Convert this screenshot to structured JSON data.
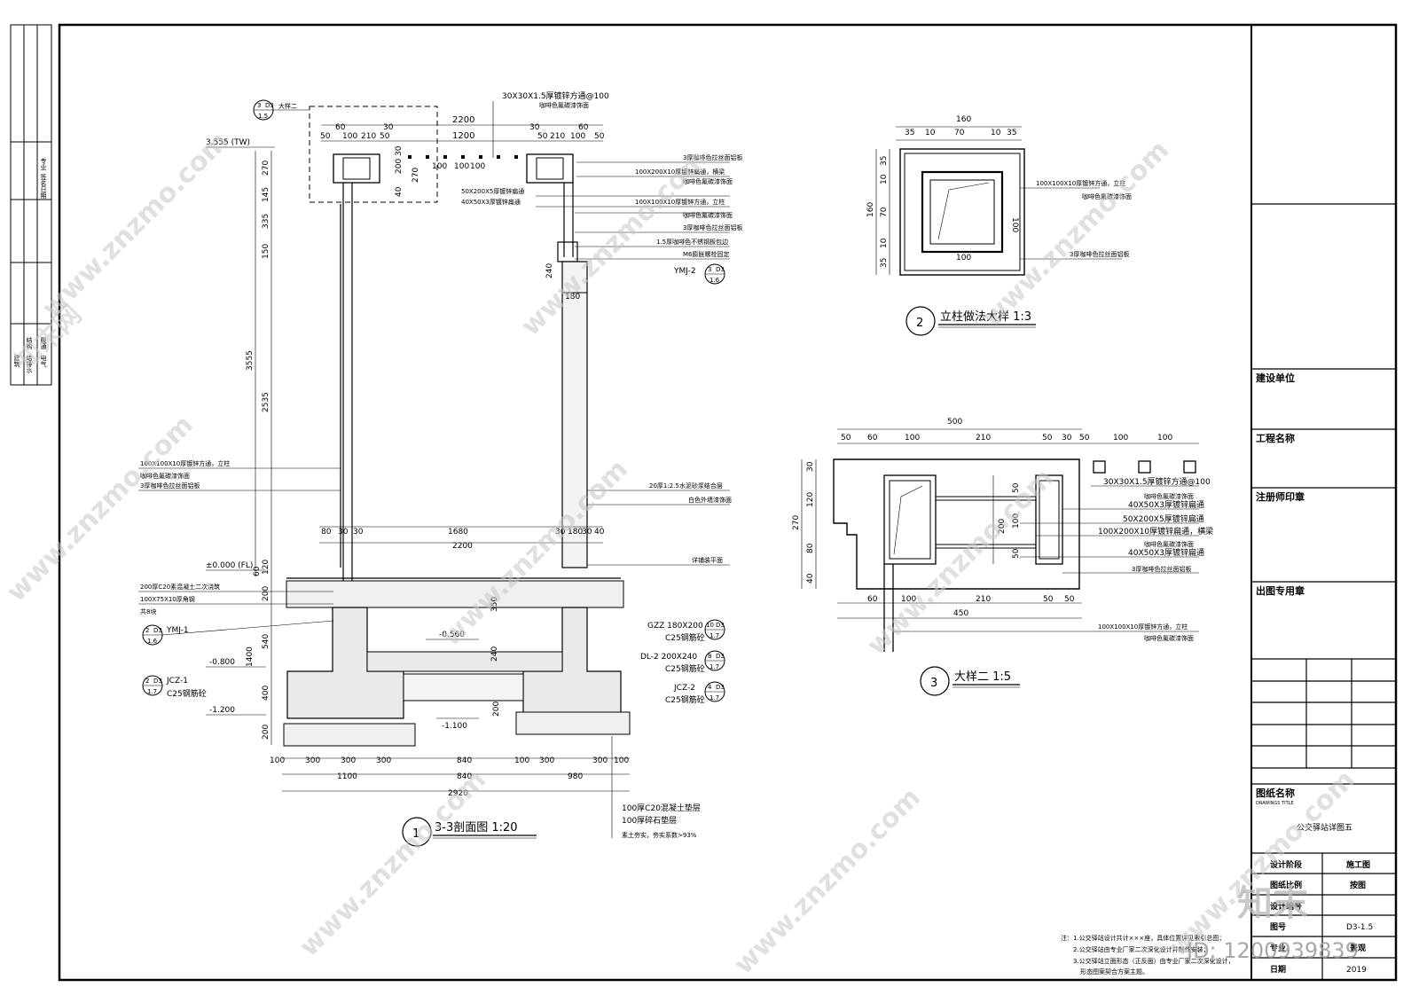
{
  "left_strip": {
    "top_cells": [
      "专业",
      "签名",
      "日期"
    ],
    "bottom_cells": [
      "建筑",
      "结构",
      "给排水",
      "暖通",
      "电气"
    ]
  },
  "detail1": {
    "number": "1",
    "title": "3-3剖面图 1:20",
    "callout_label": "大样二",
    "callout_num": "3",
    "callout_sheet": "D3",
    "callout_scale": "1.5",
    "top_elev": "3.555 (TW)",
    "fl_elev": "±0.000 (FL)",
    "elev_0560": "-0.560",
    "elev_0800": "-0.800",
    "elev_1100": "-1.100",
    "elev_1200": "-1.200",
    "top_dims": [
      "30X30X1.5厚镀锌方通@100",
      "咖啡色氟碳漆饰面",
      "2200",
      "1200"
    ],
    "top_sub_dims": [
      "60",
      "30",
      "30",
      "60",
      "50",
      "100",
      "210",
      "50",
      "50",
      "210",
      "100",
      "50",
      "200",
      "270",
      "40",
      "30",
      "100",
      "100",
      "100"
    ],
    "vert_dims": [
      "270",
      "145",
      "335",
      "150",
      "2535",
      "3555",
      "120",
      "60",
      "200",
      "540",
      "1400",
      "400",
      "200",
      "240",
      "180",
      "350",
      "240",
      "200"
    ],
    "mid_dims": [
      "80",
      "30",
      "30",
      "1680",
      "30",
      "180",
      "30",
      "40",
      "2200"
    ],
    "bottom_dims": [
      "100",
      "300",
      "300",
      "300",
      "840",
      "100",
      "300",
      "300",
      "100",
      "1100",
      "840",
      "980",
      "2920"
    ],
    "right_notes": [
      "3厚咖啡色拉丝面铝板",
      "100X200X10厚镀锌扁通，横梁",
      "咖啡色氟碳漆饰面",
      "50X200X5厚镀锌扁通",
      "40X50X3厚镀锌扁通",
      "100X100X10厚镀锌方通，立柱",
      "咖啡色氟碳漆饰面",
      "3厚咖啡色拉丝面铝板",
      "1.5厚咖啡色不锈钢板包边",
      "M6膨胀螺栓固定"
    ],
    "ymj2": "YMJ-2",
    "ymj2_num": "3",
    "ymj2_sheet": "D3",
    "ymj2_scale": "1.6",
    "left_notes": [
      "100X100X10厚镀锌方通，立柱",
      "咖啡色氟碳漆饰面",
      "3厚咖啡色拉丝面铝板"
    ],
    "plaster": "20厚1:2.5水泥砂浆结合层",
    "plaster2": "白色外墙漆饰面",
    "paving": "详铺装平面",
    "slab_notes": [
      "200厚C20素混凝土二次浇筑",
      "100X75X10厚角钢",
      "共8块"
    ],
    "ymj1": "YMJ-1",
    "ymj1_num": "2",
    "ymj1_sheet": "D3",
    "ymj1_scale": "1.6",
    "jcz1": "JCZ-1",
    "jcz1_num": "2",
    "jcz1_sheet": "D3",
    "jcz1_scale": "1.7",
    "jcz1_mat": "C25钢筋砼",
    "gzz": "GZZ 180X200",
    "gzz_num": "10",
    "gzz_sheet": "D3",
    "gzz_scale": "1.7",
    "gzz_mat": "C25钢筋砼",
    "dl2": "DL-2 200X240",
    "dl2_num": "8",
    "dl2_sheet": "D3",
    "dl2_scale": "1.7",
    "dl2_mat": "C25钢筋砼",
    "jcz2": "JCZ-2",
    "jcz2_num": "4",
    "jcz2_sheet": "D3",
    "jcz2_scale": "1.7",
    "jcz2_mat": "C25钢筋砼",
    "base_notes": [
      "100厚C20混凝土垫层",
      "100厚碎石垫层",
      "素土夯实，夯实系数>93%"
    ]
  },
  "detail2": {
    "number": "2",
    "title": "立柱做法大样 1:3",
    "top_dims": [
      "160",
      "35",
      "10",
      "70",
      "10",
      "35"
    ],
    "left_dims": [
      "160",
      "35",
      "10",
      "70",
      "10",
      "35"
    ],
    "inner_dims": [
      "100",
      "100"
    ],
    "notes": [
      "100X100X10厚镀锌方通，立柱",
      "咖啡色氟碳漆饰面",
      "3厚咖啡色拉丝面铝板"
    ]
  },
  "detail3": {
    "number": "3",
    "title": "大样二 1:5",
    "top_dims": [
      "500",
      "50",
      "60",
      "100",
      "210",
      "50",
      "30",
      "50",
      "100",
      "100"
    ],
    "left_dims": [
      "270",
      "30",
      "120",
      "80",
      "40"
    ],
    "inner_dims": [
      "50",
      "100",
      "50",
      "200"
    ],
    "bottom_dims": [
      "60",
      "100",
      "210",
      "50",
      "50",
      "450"
    ],
    "notes": [
      "30X30X1.5厚镀锌方通@100",
      "咖啡色氟碳漆饰面",
      "40X50X3厚镀锌扁通",
      "50X200X5厚镀锌扁通",
      "100X200X10厚镀锌扁通，横梁",
      "咖啡色氟碳漆饰面",
      "40X50X3厚镀锌扁通",
      "3厚咖啡色拉丝面铝板"
    ],
    "bottom_notes": [
      "100X100X10厚镀锌方通，立柱",
      "咖啡色氟碳漆饰面"
    ]
  },
  "notes": [
    "注：1.公交驿站设计共计×××座，具体位置详见索引总图；",
    "2.公交驿站由专业厂家二次深化设计并制作安装；",
    "3.公交驿站立面形态（正反面）由专业厂家二次深化设计，",
    "形态图案契合方案主题。"
  ],
  "title_block": {
    "owner": "建设单位",
    "project": "工程名称",
    "stamp": "注册师印章",
    "out_stamp": "出图专用章",
    "drawing_name": "图纸名称",
    "drawing_name_en": "DRAWINGS TITLE",
    "drawing_title": "公交驿站详图五",
    "stage_label": "设计阶段",
    "stage_value": "施工图",
    "scale_label": "图纸比例",
    "scale_value": "按图",
    "designno_label": "设计编号",
    "drawno_label": "图号",
    "drawno_value": "D3-1.5",
    "major_label": "专业",
    "major_value": "景观",
    "date_label": "日期",
    "date_value": "2019"
  },
  "watermark": {
    "site": "www.znzmo.com",
    "brand": "知末网",
    "logo": "知末",
    "id": "ID: 1200939839"
  }
}
